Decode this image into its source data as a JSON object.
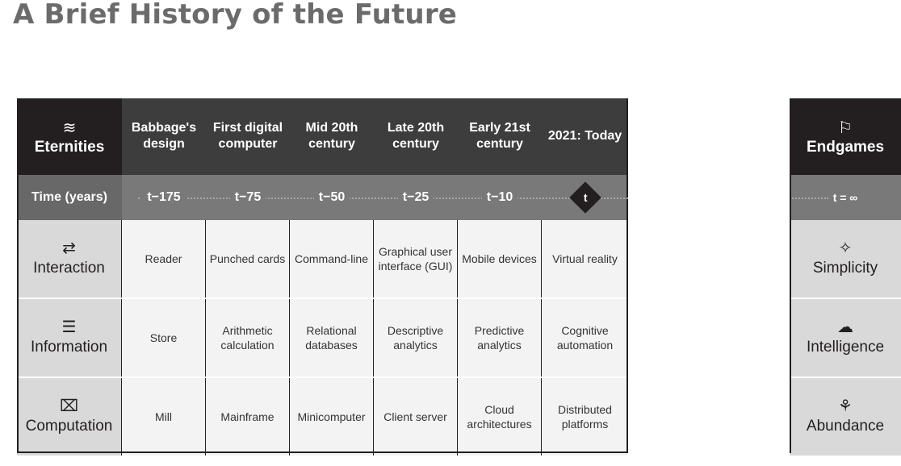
{
  "title": "A Brief History of the Future",
  "eternities": {
    "header_label": "Eternities",
    "header_icon": "waves-icon",
    "time_label": "Time (years)",
    "columns": [
      {
        "era": "Babbage's design",
        "time": "t−175"
      },
      {
        "era": "First digital computer",
        "time": "t−75"
      },
      {
        "era": "Mid 20th century",
        "time": "t−50"
      },
      {
        "era": "Late 20th century",
        "time": "t−25"
      },
      {
        "era": "Early 21st century",
        "time": "t−10"
      },
      {
        "era": "2021: Today",
        "time": "t"
      }
    ],
    "rows": [
      {
        "label": "Interaction",
        "icon": "arrows-exchange-icon",
        "cells": [
          "Reader",
          "Punched cards",
          "Command-line",
          "Graphical user interface (GUI)",
          "Mobile devices",
          "Virtual reality"
        ]
      },
      {
        "label": "Information",
        "icon": "list-lines-icon",
        "cells": [
          "Store",
          "Arithmetic calculation",
          "Relational databases",
          "Descriptive analytics",
          "Predictive analytics",
          "Cognitive automation"
        ]
      },
      {
        "label": "Computation",
        "icon": "chip-icon",
        "cells": [
          "Mill",
          "Mainframe",
          "Minicomputer",
          "Client server",
          "Cloud architectures",
          "Distributed platforms"
        ]
      }
    ]
  },
  "endgames": {
    "header_label": "Endgames",
    "header_icon": "flag-icon",
    "time": "t = ∞",
    "rows": [
      {
        "label": "Simplicity",
        "icon": "sparkle-icon"
      },
      {
        "label": "Intelligence",
        "icon": "cloud-brain-icon"
      },
      {
        "label": "Abundance",
        "icon": "plant-icon"
      }
    ]
  },
  "colors": {
    "header_dark": "#231f20",
    "header_gray": "#3d3d3d",
    "time_row": "#797979",
    "row_label_bg": "#d9d9d9",
    "cell_bg": "#f3f3f3",
    "title": "#6b6b6b"
  }
}
